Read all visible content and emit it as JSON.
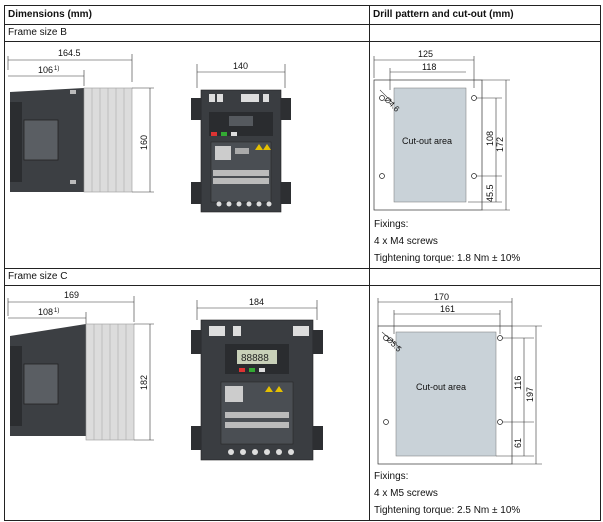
{
  "headers": {
    "dimensions": "Dimensions (mm)",
    "drill": "Drill pattern and cut-out (mm)"
  },
  "frame_b": {
    "label": "Frame size B",
    "dim_total_depth": "164.5",
    "dim_partial_depth": "106",
    "dim_partial_sup": "1)",
    "dim_height": "160",
    "dim_width": "140",
    "drill_width_outer": "125",
    "drill_width_inner": "118",
    "hole_label": "Ø4.6",
    "cutout_label": "Cut-out area",
    "drill_h1": "108",
    "drill_h2": "172",
    "drill_h3": "45.5",
    "fixings_title": "Fixings:",
    "fixings_screws": "4 x M4 screws",
    "fixings_torque": "Tightening torque: 1.8 Nm ± 10%"
  },
  "frame_c": {
    "label": "Frame size C",
    "dim_total_depth": "169",
    "dim_partial_depth": "108",
    "dim_partial_sup": "1)",
    "dim_height": "182",
    "dim_width": "184",
    "drill_width_outer": "170",
    "drill_width_inner": "161",
    "hole_label": "Ø5.5",
    "cutout_label": "Cut-out area",
    "drill_h1": "116",
    "drill_h2": "197",
    "drill_h3": "61",
    "fixings_title": "Fixings:",
    "fixings_screws": "4 x M5 screws",
    "fixings_torque": "Tightening torque: 2.5 Nm ± 10%"
  },
  "display_reading": "88888"
}
